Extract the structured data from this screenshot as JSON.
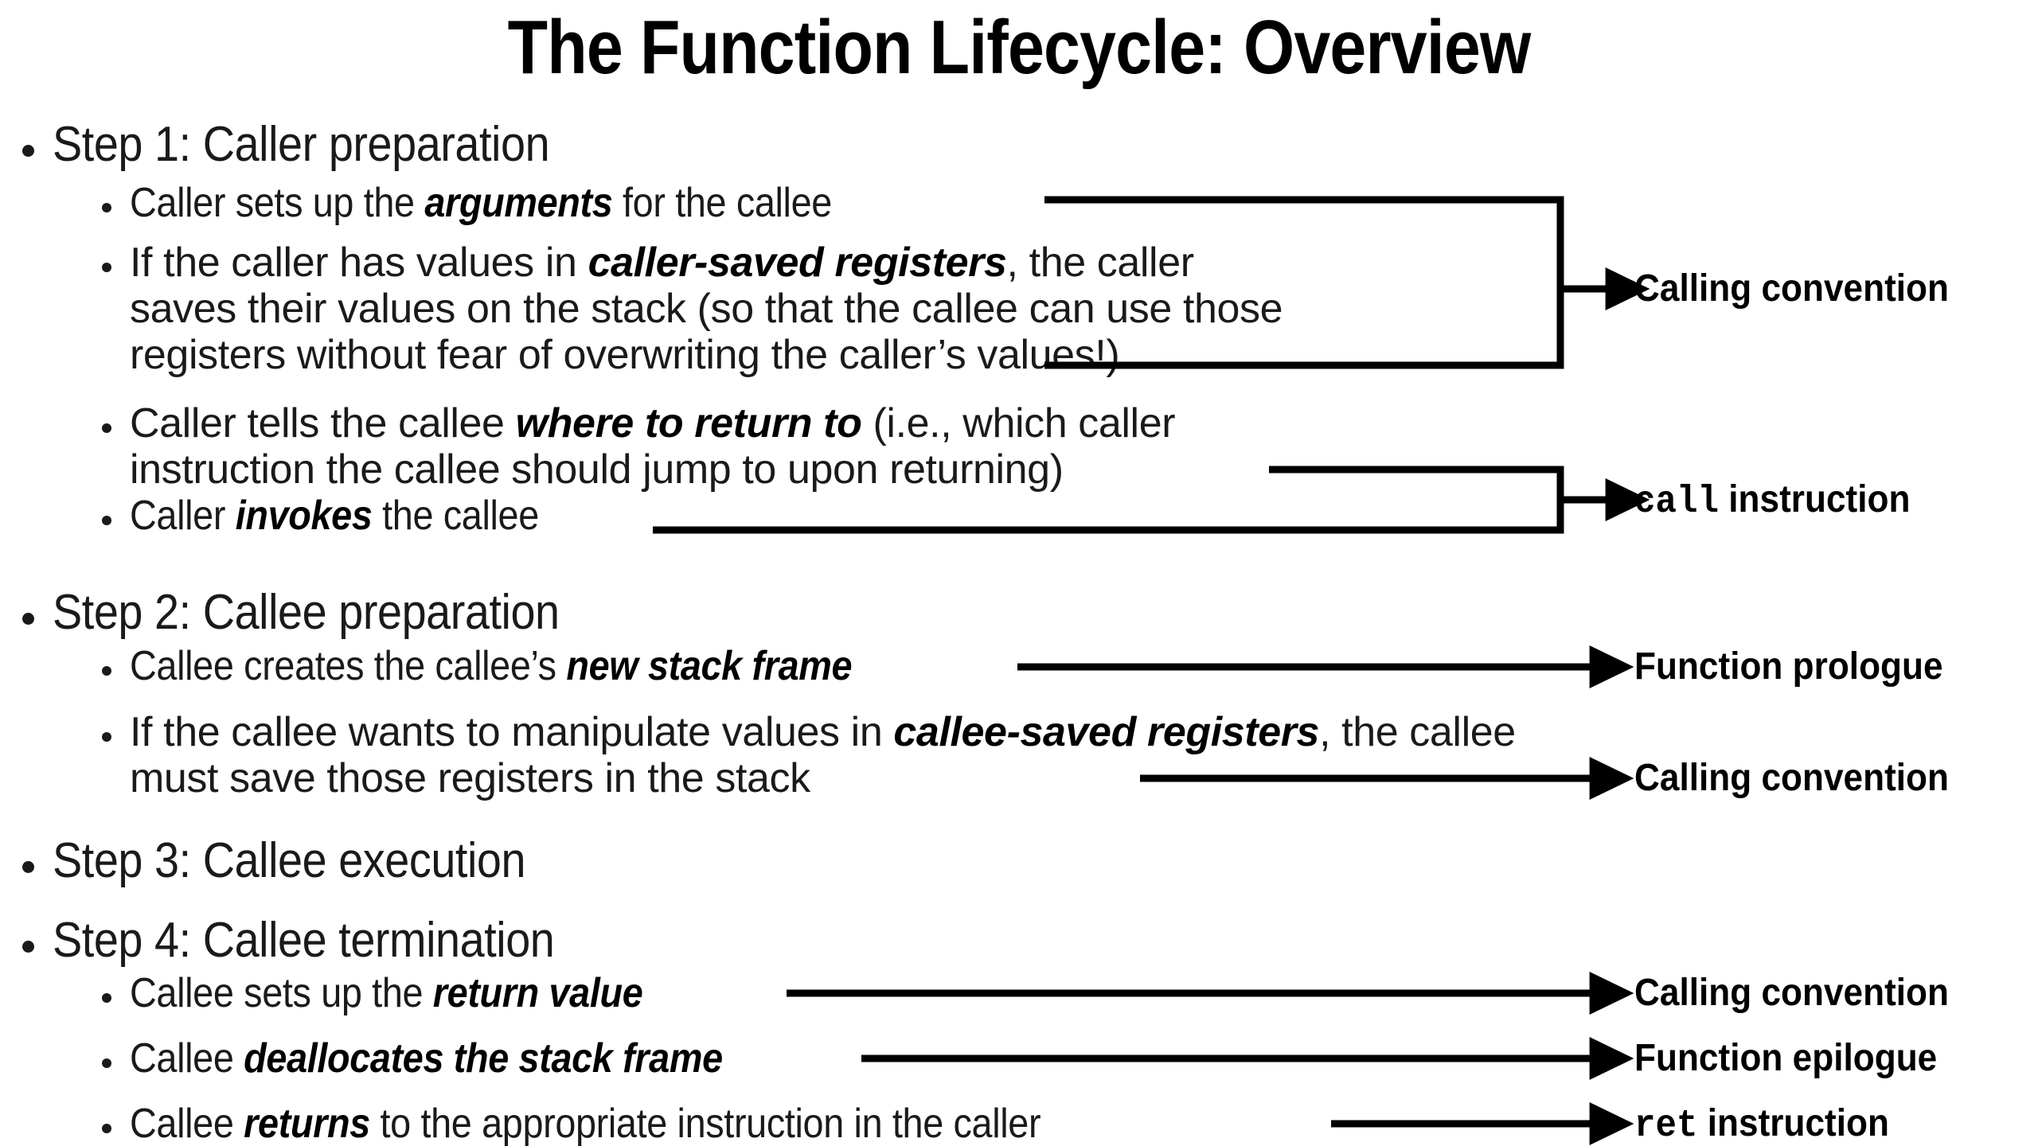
{
  "slide": {
    "title": "The Function Lifecycle: Overview",
    "background_color": "#ffffff",
    "text_color": "#1a1a1a",
    "accent_color": "#000000"
  },
  "steps": [
    {
      "heading": "Step 1: Caller preparation",
      "bullets": [
        {
          "parts": [
            {
              "text": "Caller sets up the ",
              "style": "normal"
            },
            {
              "text": "arguments",
              "style": "emph"
            },
            {
              "text": " for the callee",
              "style": "normal"
            }
          ]
        },
        {
          "parts": [
            {
              "text": "If the caller has values in ",
              "style": "normal"
            },
            {
              "text": "caller-saved registers",
              "style": "emph"
            },
            {
              "text": ", the caller saves their values on the stack (so that the callee can use those registers without fear of overwriting the caller’s values!)",
              "style": "normal"
            }
          ]
        },
        {
          "parts": [
            {
              "text": "Caller tells the callee ",
              "style": "normal"
            },
            {
              "text": "where to return to",
              "style": "emph"
            },
            {
              "text": " (i.e., which caller instruction the callee should jump to upon returning)",
              "style": "normal"
            }
          ]
        },
        {
          "parts": [
            {
              "text": "Caller ",
              "style": "normal"
            },
            {
              "text": "invokes",
              "style": "emph"
            },
            {
              "text": " the callee",
              "style": "normal"
            }
          ]
        }
      ]
    },
    {
      "heading": "Step 2: Callee preparation",
      "bullets": [
        {
          "parts": [
            {
              "text": "Callee creates the callee’s ",
              "style": "normal"
            },
            {
              "text": "new stack frame",
              "style": "emph"
            }
          ]
        },
        {
          "parts": [
            {
              "text": "If the callee wants to manipulate values in ",
              "style": "normal"
            },
            {
              "text": "callee-saved registers",
              "style": "emph"
            },
            {
              "text": ", the callee must save those registers in the stack",
              "style": "normal"
            }
          ]
        }
      ]
    },
    {
      "heading": "Step 3: Callee execution",
      "bullets": []
    },
    {
      "heading": "Step 4: Callee termination",
      "bullets": [
        {
          "parts": [
            {
              "text": "Callee sets up the ",
              "style": "normal"
            },
            {
              "text": "return value",
              "style": "emph"
            }
          ]
        },
        {
          "parts": [
            {
              "text": "Callee ",
              "style": "normal"
            },
            {
              "text": "deallocates the stack frame",
              "style": "emph"
            }
          ]
        },
        {
          "parts": [
            {
              "text": "Callee ",
              "style": "normal"
            },
            {
              "text": "returns",
              "style": "emph"
            },
            {
              "text": " to the appropriate instruction in the caller",
              "style": "normal"
            }
          ]
        }
      ]
    }
  ],
  "callouts": [
    {
      "id": "calling-convention-1",
      "label": "Calling convention",
      "mono_prefix": "",
      "connector": "bracket"
    },
    {
      "id": "call-instruction",
      "label": " instruction",
      "mono_prefix": "call",
      "connector": "bracket"
    },
    {
      "id": "function-prologue",
      "label": "Function prologue",
      "mono_prefix": "",
      "connector": "arrow"
    },
    {
      "id": "calling-convention-2",
      "label": "Calling convention",
      "mono_prefix": "",
      "connector": "arrow"
    },
    {
      "id": "calling-convention-3",
      "label": "Calling convention",
      "mono_prefix": "",
      "connector": "arrow"
    },
    {
      "id": "function-epilogue",
      "label": "Function epilogue",
      "mono_prefix": "",
      "connector": "arrow"
    },
    {
      "id": "ret-instruction",
      "label": " instruction",
      "mono_prefix": "ret",
      "connector": "arrow"
    }
  ]
}
